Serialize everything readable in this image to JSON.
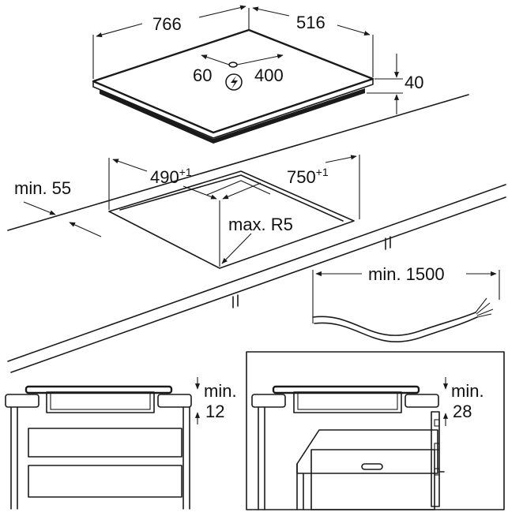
{
  "hob": {
    "width": "766",
    "depth": "516",
    "cable_left": "60",
    "cable_right": "400",
    "height": "40",
    "power_icon": "lightning-bolt-icon"
  },
  "cutout": {
    "depth": "490",
    "depth_tol": "+1",
    "width": "750",
    "width_tol": "+1",
    "corner_radius": "max. R5",
    "wall_clearance": "min. 55",
    "cable_length": "min. 1500"
  },
  "installation": {
    "left_clearance_label": "min.",
    "left_clearance_value": "12",
    "right_clearance_label": "min.",
    "right_clearance_value": "28"
  },
  "colors": {
    "line": "#1a1a1a",
    "background": "#ffffff"
  }
}
